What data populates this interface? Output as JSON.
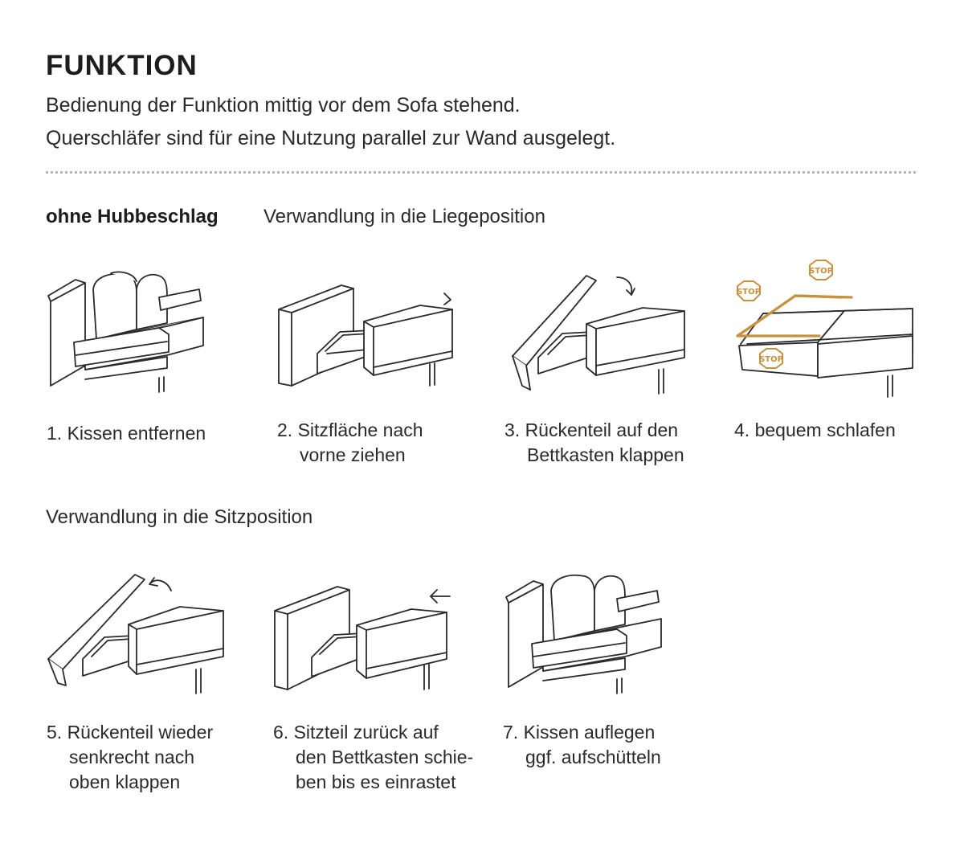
{
  "header": {
    "title": "FUNKTION",
    "line1": "Bedienung der Funktion mittig vor dem Sofa stehend.",
    "line2": "Querschläfer sind für eine Nutzung parallel zur Wand ausgelegt."
  },
  "section1": {
    "label_bold": "ohne Hubbeschlag",
    "label": "Verwandlung in die Liegeposition"
  },
  "section2": {
    "label": "Verwandlung in die Sitzposition"
  },
  "steps": [
    {
      "line1": "1. Kissen entfernen",
      "line2": "",
      "line3": ""
    },
    {
      "line1": "2. Sitzfläche nach",
      "line2": "vorne ziehen",
      "line3": ""
    },
    {
      "line1": "3. Rückenteil auf den",
      "line2": "Bettkasten klappen",
      "line3": ""
    },
    {
      "line1": "4. bequem schlafen",
      "line2": "",
      "line3": ""
    },
    {
      "line1": "5. Rückenteil wieder",
      "line2": "senkrecht nach",
      "line3": "oben klappen"
    },
    {
      "line1": "6. Sitzteil zurück auf",
      "line2": "den Bettkasten schie-",
      "line3": "ben bis es einrastet"
    },
    {
      "line1": "7. Kissen auflegen",
      "line2": "ggf. aufschütteln",
      "line3": ""
    }
  ],
  "stop_signs": [
    "STOP",
    "STOP",
    "STOP"
  ],
  "icons": [
    "sofa-with-cushions-icon",
    "sofa-seat-pulled-icon",
    "backrest-folding-down-icon",
    "bed-position-icon",
    "backrest-folding-up-icon",
    "seat-pushed-back-icon",
    "sofa-restored-icon"
  ],
  "colors": {
    "accent": "#c8913d",
    "text": "#2a2a2a",
    "divider": "#b5b5b5"
  }
}
